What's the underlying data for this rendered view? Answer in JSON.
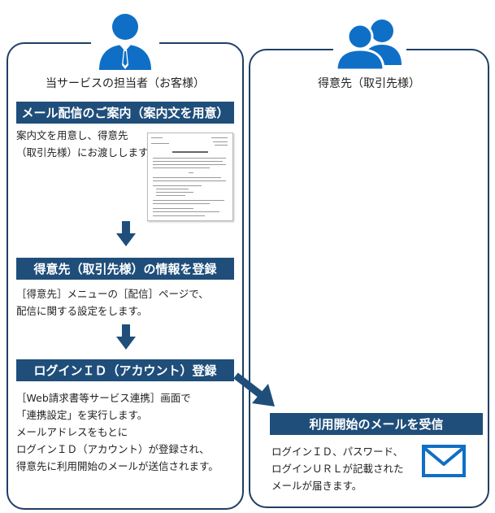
{
  "colors": {
    "navy": "#1f4e7a",
    "border": "#1f3f66",
    "icon_blue": "#0f6fc6"
  },
  "left": {
    "role": "当サービスの担当者（お客様）",
    "steps": [
      {
        "title": "メール配信のご案内（案内文を用意）",
        "lines": [
          "案内文を用意し、得意先",
          "（取引先様）にお渡しします。"
        ]
      },
      {
        "title": "得意先（取引先様）の情報を登録",
        "lines": [
          "［得意先］メニューの［配信］ページで、",
          "配信に関する設定をします。"
        ]
      },
      {
        "title": "ログインＩＤ（アカウント）登録",
        "lines": [
          "［Web請求書等サービス連携］画面で",
          "「連携設定」を実行します。",
          "メールアドレスをもとに",
          "ログインＩＤ（アカウント）が登録され、",
          "得意先に利用開始のメールが送信されます。"
        ]
      }
    ]
  },
  "right": {
    "role": "得意先（取引先様）",
    "step": {
      "title": "利用開始のメールを受信",
      "lines": [
        "ログインＩＤ、パスワード、",
        "ログインＵＲＬが記載された",
        "メールが届きます。"
      ]
    }
  },
  "icons": {
    "left_person": "person-tie-icon",
    "right_people": "two-people-icon",
    "document": "document-thumbnail-icon",
    "mail": "envelope-icon"
  }
}
